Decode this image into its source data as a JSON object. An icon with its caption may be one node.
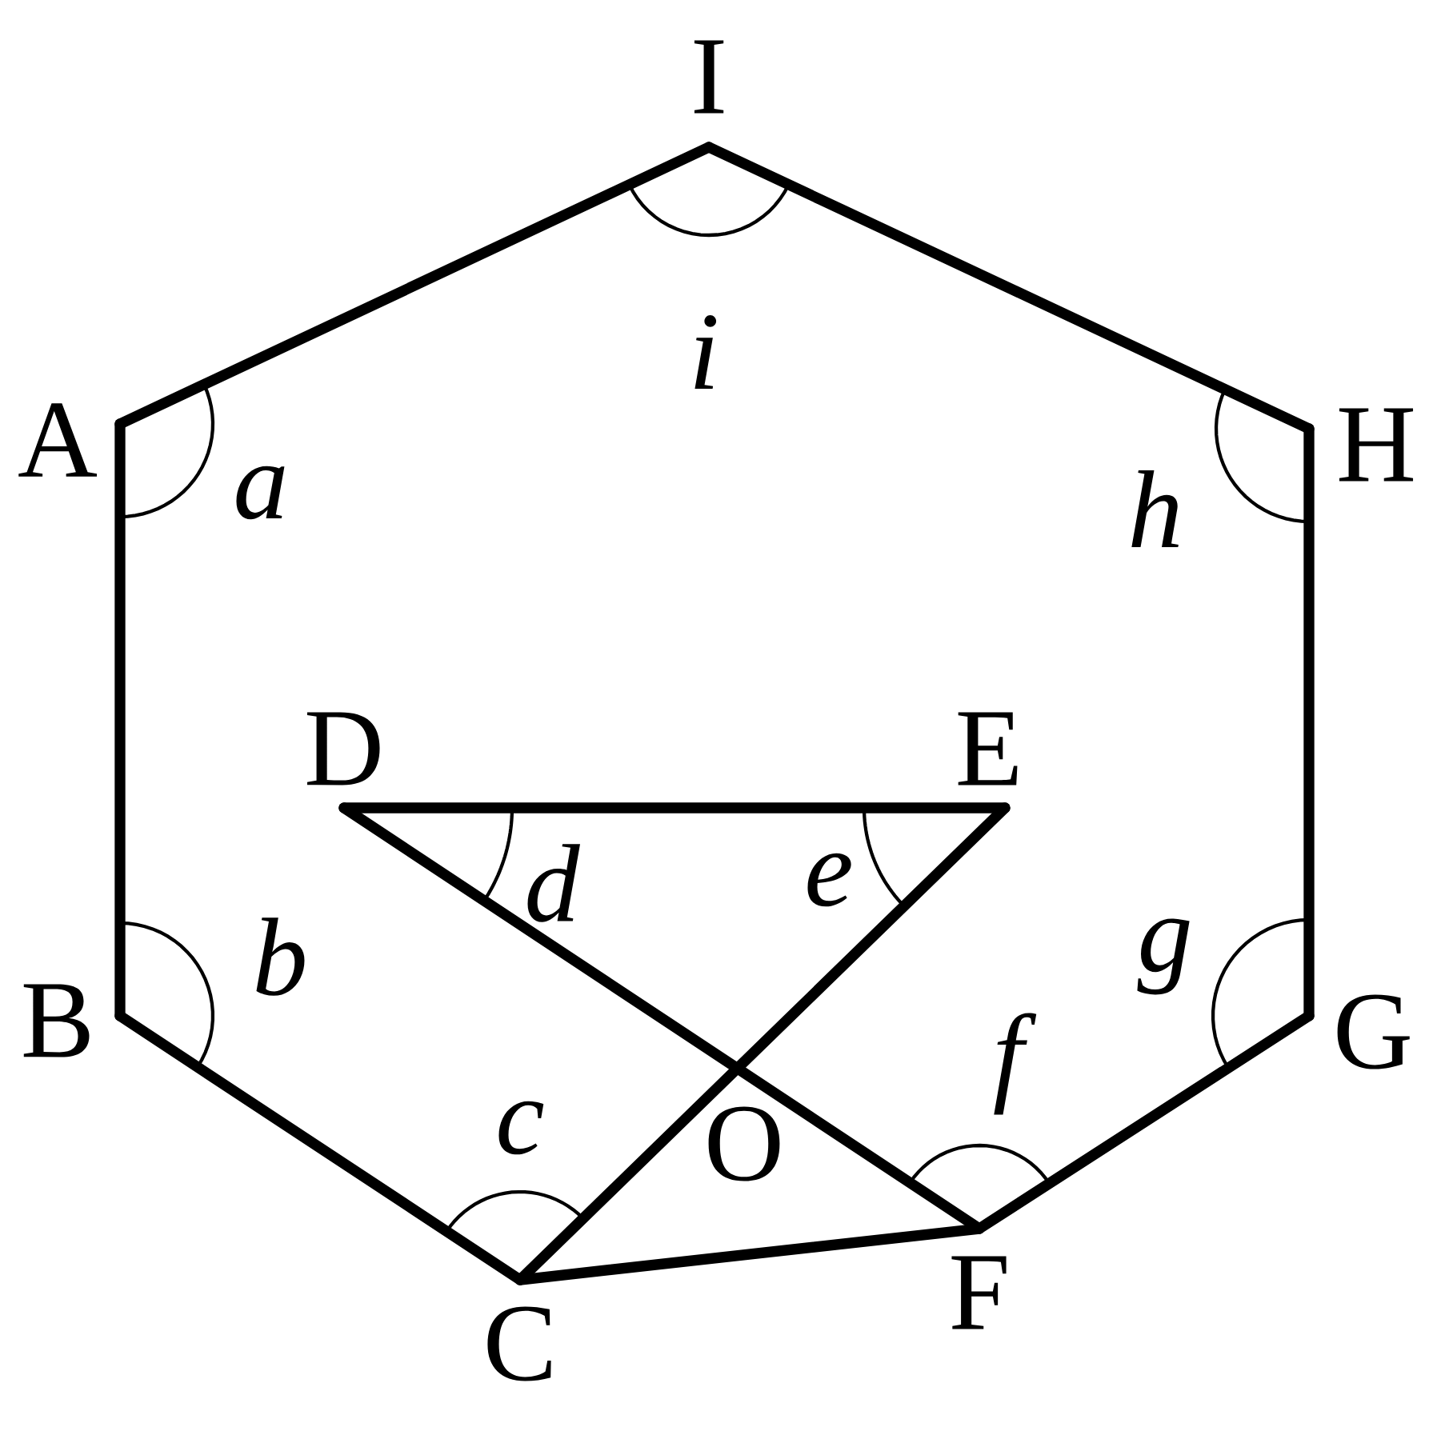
{
  "diagram": {
    "nodes": [
      {
        "text": [
          "I"
        ]
      },
      {
        "text": [
          "A"
        ]
      },
      {
        "text": [
          "H"
        ]
      },
      {
        "text": [
          "D"
        ]
      },
      {
        "text": [
          "E"
        ]
      },
      {
        "text": [
          "B"
        ]
      },
      {
        "text": [
          "G"
        ]
      },
      {
        "text": [
          "O"
        ]
      },
      {
        "text": [
          "C"
        ]
      },
      {
        "text": [
          "F"
        ]
      }
    ],
    "edges": [
      {
        "from": 1,
        "to": 0,
        "arrow": "none"
      },
      {
        "from": 0,
        "to": 2,
        "arrow": "none"
      },
      {
        "from": 2,
        "to": 6,
        "arrow": "none"
      },
      {
        "from": 6,
        "to": 9,
        "arrow": "none"
      },
      {
        "from": 9,
        "to": 8,
        "arrow": "none"
      },
      {
        "from": 8,
        "to": 5,
        "arrow": "none"
      },
      {
        "from": 5,
        "to": 1,
        "arrow": "none"
      },
      {
        "from": 3,
        "to": 4,
        "arrow": "none"
      },
      {
        "from": 3,
        "to": 9,
        "arrow": "none"
      },
      {
        "from": 4,
        "to": 8,
        "arrow": "none"
      }
    ],
    "labels": [
      "i",
      "a",
      "h",
      "d",
      "e",
      "b",
      "g",
      "f",
      "c"
    ]
  }
}
